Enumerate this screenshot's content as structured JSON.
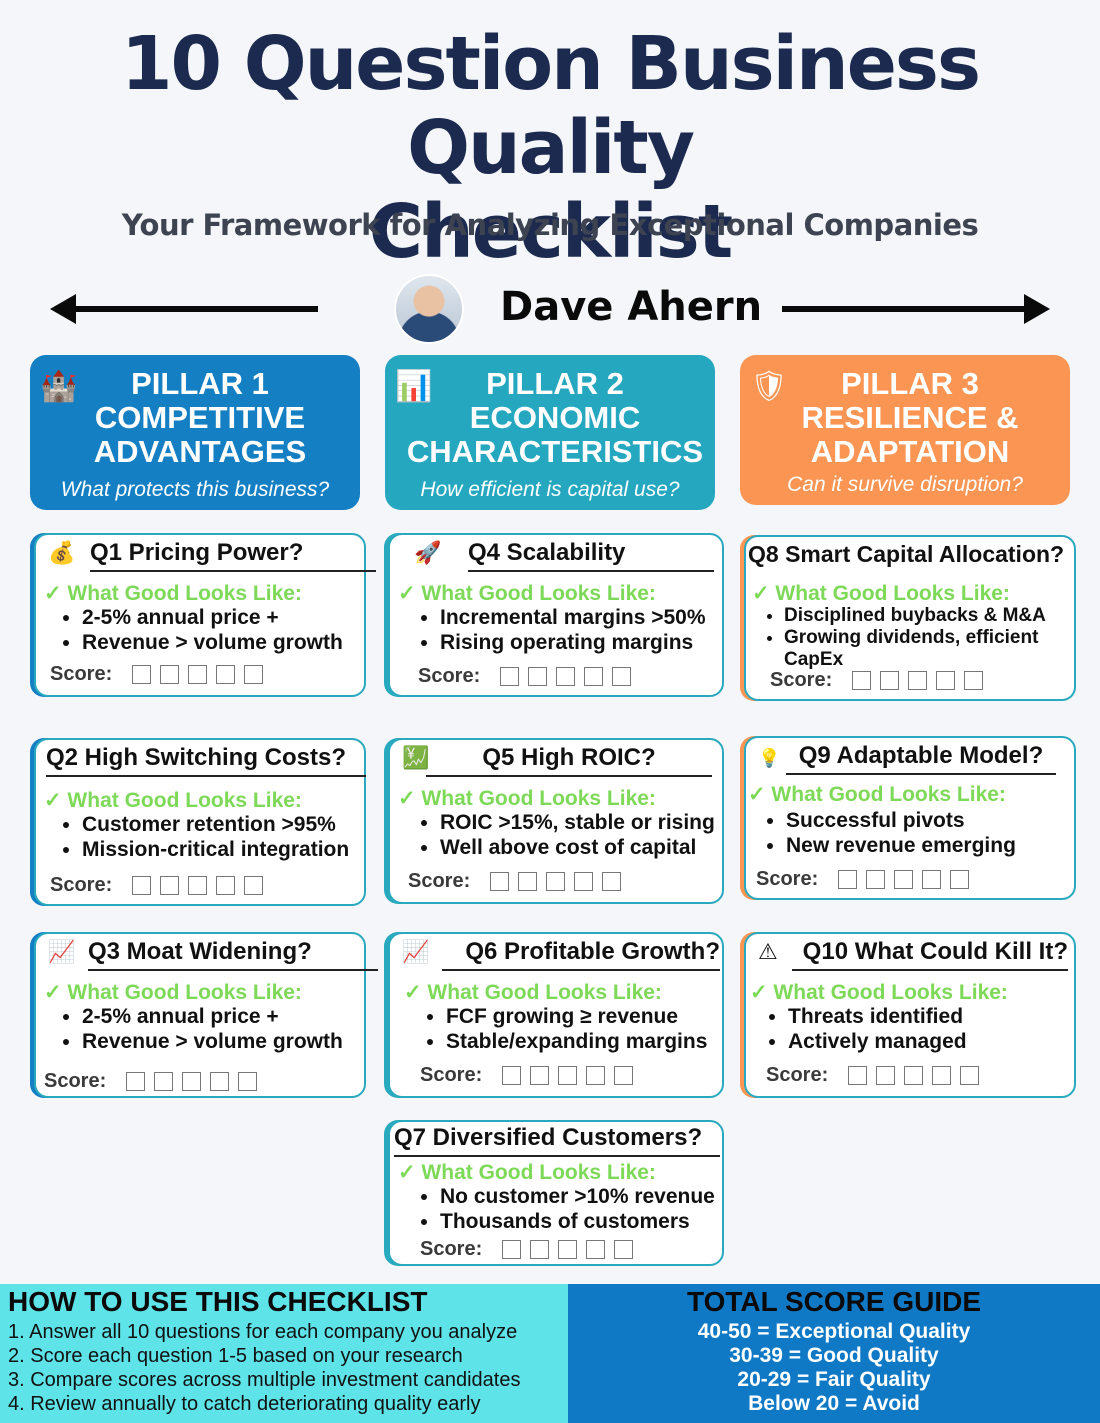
{
  "header": {
    "title_line1": "10 Question Business Quality",
    "title_line2": "Checklist",
    "subtitle": "Your Framework for Analyzing Exceptional Companies",
    "author": "Dave Ahern"
  },
  "pillars": [
    {
      "icon": "castle-icon",
      "title": "PILLAR 1\nCOMPETITIVE\nADVANTAGES",
      "question": "What protects this business?",
      "color": "#157fc4"
    },
    {
      "icon": "bar-chart-icon",
      "title": "PILLAR 2\nECONOMIC\nCHARACTERISTICS",
      "question": "How efficient is capital use?",
      "color": "#24a7bf"
    },
    {
      "icon": "shield-icon",
      "title": "PILLAR 3\nRESILIENCE &\nADAPTATION",
      "question": "Can it survive disruption?",
      "color": "#fa9553"
    }
  ],
  "good_label": "✓ What Good Looks Like:",
  "score_label": "Score:",
  "questions": [
    {
      "id": "q1",
      "icon": "money-bag-icon",
      "title": "Q1 Pricing Power?",
      "bullets": [
        "2-5% annual price +",
        "Revenue > volume growth"
      ]
    },
    {
      "id": "q2",
      "icon": "",
      "title": "Q2 High Switching Costs?",
      "bullets": [
        "Customer retention >95%",
        "Mission-critical integration"
      ]
    },
    {
      "id": "q3",
      "icon": "trend-chart-icon",
      "title": "Q3 Moat Widening?",
      "bullets": [
        "2-5% annual price +",
        "Revenue > volume growth"
      ]
    },
    {
      "id": "q4",
      "icon": "rocket-icon",
      "title": "Q4 Scalability",
      "bullets": [
        "Incremental margins >50%",
        "Rising operating margins"
      ]
    },
    {
      "id": "q5",
      "icon": "yen-chart-icon",
      "title": "Q5 High ROIC?",
      "bullets": [
        "ROIC >15%, stable or rising",
        "Well above cost of capital"
      ]
    },
    {
      "id": "q6",
      "icon": "trend-chart-icon",
      "title": "Q6 Profitable Growth?",
      "bullets": [
        "FCF growing ≥ revenue",
        "Stable/expanding margins"
      ]
    },
    {
      "id": "q7",
      "icon": "",
      "title": "Q7 Diversified Customers?",
      "bullets": [
        "No customer >10% revenue",
        "Thousands of customers"
      ]
    },
    {
      "id": "q8",
      "icon": "",
      "title": "Q8 Smart Capital Allocation?",
      "bullets": [
        "Disciplined buybacks & M&A",
        "Growing dividends, efficient CapEx"
      ]
    },
    {
      "id": "q9",
      "icon": "light-bulb-icon",
      "title": "Q9 Adaptable Model?",
      "bullets": [
        "Successful pivots",
        "New revenue emerging"
      ]
    },
    {
      "id": "q10",
      "icon": "warning-icon",
      "title": "Q10 What Could Kill It?",
      "bullets": [
        "Threats identified",
        "Actively managed"
      ]
    }
  ],
  "howto": {
    "title": "HOW TO USE THIS CHECKLIST",
    "steps": [
      "1. Answer all 10 questions for each company you analyze",
      "2. Score each question 1-5 based on your research",
      "3. Compare scores across multiple investment candidates",
      "4. Review annually to catch deteriorating quality early"
    ]
  },
  "guide": {
    "title": "TOTAL SCORE GUIDE",
    "lines": [
      "40-50 = Exceptional Quality",
      "30-39 = Good Quality",
      "20-29 = Fair Quality",
      "Below 20 = Avoid"
    ]
  }
}
